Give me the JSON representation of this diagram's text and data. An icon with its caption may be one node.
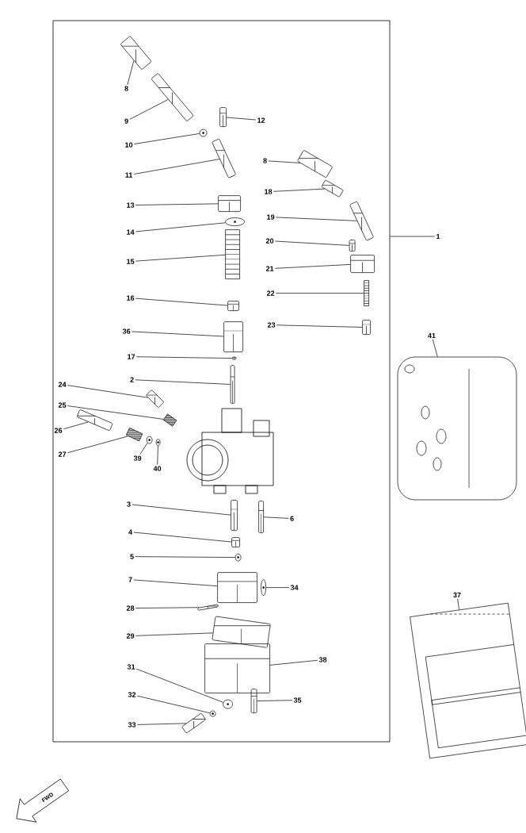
{
  "diagram": {
    "nodes": [
      {
        "text": [],
        "shape": "box"
      },
      {
        "text": [
          "8"
        ],
        "in": 0
      },
      {
        "text": [],
        "shape": "picture",
        "in": 0
      },
      {
        "text": [
          "9"
        ],
        "in": 0
      },
      {
        "text": [],
        "shape": "picture",
        "in": 0
      },
      {
        "text": [
          "12"
        ],
        "in": 0
      },
      {
        "text": [],
        "shape": "picture",
        "in": 0
      },
      {
        "text": [
          "10"
        ],
        "in": 0
      },
      {
        "text": [],
        "shape": "picture",
        "in": 0
      },
      {
        "text": [
          "11"
        ],
        "in": 0
      },
      {
        "text": [],
        "shape": "picture",
        "in": 0
      },
      {
        "text": [
          "13"
        ],
        "in": 0
      },
      {
        "text": [],
        "shape": "picture",
        "in": 0
      },
      {
        "text": [
          "14"
        ],
        "in": 0
      },
      {
        "text": [],
        "shape": "picture",
        "in": 0
      },
      {
        "text": [
          "15"
        ],
        "in": 0
      },
      {
        "text": [],
        "shape": "picture",
        "in": 0
      },
      {
        "text": [
          "16"
        ],
        "in": 0
      },
      {
        "text": [],
        "shape": "picture",
        "in": 0
      },
      {
        "text": [
          "36"
        ],
        "in": 0
      },
      {
        "text": [],
        "shape": "picture",
        "in": 0
      },
      {
        "text": [
          "17"
        ],
        "in": 0
      },
      {
        "text": [],
        "shape": "picture",
        "in": 0
      },
      {
        "text": [
          "2"
        ],
        "in": 0
      },
      {
        "text": [],
        "shape": "picture",
        "in": 0
      },
      {
        "text": [
          "24"
        ],
        "in": 0
      },
      {
        "text": [],
        "shape": "picture",
        "in": 0
      },
      {
        "text": [
          "25"
        ],
        "in": 0
      },
      {
        "text": [],
        "shape": "picture",
        "in": 0
      },
      {
        "text": [
          "26"
        ],
        "in": 0
      },
      {
        "text": [],
        "shape": "picture",
        "in": 0
      },
      {
        "text": [
          "27"
        ],
        "in": 0
      },
      {
        "text": [],
        "shape": "picture",
        "in": 0
      },
      {
        "text": [
          "39"
        ],
        "in": 0
      },
      {
        "text": [],
        "shape": "picture",
        "in": 0
      },
      {
        "text": [
          "40"
        ],
        "in": 0
      },
      {
        "text": [],
        "shape": "picture",
        "in": 0
      },
      {
        "text": [
          "3"
        ],
        "in": 0
      },
      {
        "text": [],
        "shape": "picture",
        "in": 0
      },
      {
        "text": [
          "6"
        ],
        "in": 0
      },
      {
        "text": [],
        "shape": "picture",
        "in": 0
      },
      {
        "text": [
          "4"
        ],
        "in": 0
      },
      {
        "text": [],
        "shape": "picture",
        "in": 0
      },
      {
        "text": [
          "5"
        ],
        "in": 0
      },
      {
        "text": [],
        "shape": "picture",
        "in": 0
      },
      {
        "text": [
          "7"
        ],
        "in": 0
      },
      {
        "text": [],
        "shape": "picture",
        "in": 0
      },
      {
        "text": [
          "34"
        ],
        "in": 0
      },
      {
        "text": [],
        "shape": "picture",
        "in": 0
      },
      {
        "text": [
          "28"
        ],
        "in": 0
      },
      {
        "text": [],
        "shape": "picture",
        "in": 0
      },
      {
        "text": [
          "29"
        ],
        "in": 0
      },
      {
        "text": [],
        "shape": "picture",
        "in": 0
      },
      {
        "text": [
          "38"
        ],
        "in": 0
      },
      {
        "text": [],
        "shape": "picture",
        "in": 0
      },
      {
        "text": [
          "31"
        ],
        "in": 0
      },
      {
        "text": [],
        "shape": "picture",
        "in": 0
      },
      {
        "text": [
          "32"
        ],
        "in": 0
      },
      {
        "text": [],
        "shape": "picture",
        "in": 0
      },
      {
        "text": [
          "35"
        ],
        "in": 0
      },
      {
        "text": [],
        "shape": "picture",
        "in": 0
      },
      {
        "text": [
          "33"
        ],
        "in": 0
      },
      {
        "text": [],
        "shape": "picture",
        "in": 0
      },
      {
        "text": [
          "8"
        ],
        "in": 0
      },
      {
        "text": [],
        "shape": "picture",
        "in": 0
      },
      {
        "text": [
          "18"
        ],
        "in": 0
      },
      {
        "text": [],
        "shape": "picture",
        "in": 0
      },
      {
        "text": [
          "19"
        ],
        "in": 0
      },
      {
        "text": [],
        "shape": "picture",
        "in": 0
      },
      {
        "text": [
          "20"
        ],
        "in": 0
      },
      {
        "text": [],
        "shape": "picture",
        "in": 0
      },
      {
        "text": [
          "21"
        ],
        "in": 0
      },
      {
        "text": [],
        "shape": "picture",
        "in": 0
      },
      {
        "text": [
          "22"
        ],
        "in": 0
      },
      {
        "text": [],
        "shape": "picture",
        "in": 0
      },
      {
        "text": [
          "23"
        ],
        "in": 0
      },
      {
        "text": [],
        "shape": "picture",
        "in": 0
      },
      {
        "text": [
          "41"
        ]
      },
      {
        "text": [],
        "shape": "picture"
      },
      {
        "text": [
          "37"
        ]
      },
      {
        "text": [],
        "shape": "picture"
      },
      {
        "text": [
          "1"
        ]
      }
    ],
    "edges": [
      {
        "from": 1,
        "to": 2,
        "arrow": "none"
      },
      {
        "from": 3,
        "to": 4,
        "arrow": "none"
      },
      {
        "from": 5,
        "to": 6,
        "arrow": "none"
      },
      {
        "from": 7,
        "to": 8,
        "arrow": "none"
      },
      {
        "from": 9,
        "to": 10,
        "arrow": "none"
      },
      {
        "from": 11,
        "to": 12,
        "arrow": "none"
      },
      {
        "from": 13,
        "to": 14,
        "arrow": "none"
      },
      {
        "from": 15,
        "to": 16,
        "arrow": "none"
      },
      {
        "from": 17,
        "to": 18,
        "arrow": "none"
      },
      {
        "from": 19,
        "to": 20,
        "arrow": "none"
      },
      {
        "from": 21,
        "to": 22,
        "arrow": "none"
      },
      {
        "from": 23,
        "to": 24,
        "arrow": "none"
      },
      {
        "from": 25,
        "to": 26,
        "arrow": "none"
      },
      {
        "from": 27,
        "to": 28,
        "arrow": "none"
      },
      {
        "from": 29,
        "to": 30,
        "arrow": "none"
      },
      {
        "from": 31,
        "to": 32,
        "arrow": "none"
      },
      {
        "from": 33,
        "to": 34,
        "arrow": "none"
      },
      {
        "from": 35,
        "to": 36,
        "arrow": "none"
      },
      {
        "from": 37,
        "to": 38,
        "arrow": "none"
      },
      {
        "from": 39,
        "to": 40,
        "arrow": "none"
      },
      {
        "from": 41,
        "to": 42,
        "arrow": "none"
      },
      {
        "from": 43,
        "to": 44,
        "arrow": "none"
      },
      {
        "from": 45,
        "to": 46,
        "arrow": "none"
      },
      {
        "from": 47,
        "to": 48,
        "arrow": "none"
      },
      {
        "from": 49,
        "to": 50,
        "arrow": "none"
      },
      {
        "from": 51,
        "to": 52,
        "arrow": "none"
      },
      {
        "from": 53,
        "to": 54,
        "arrow": "none"
      },
      {
        "from": 55,
        "to": 56,
        "arrow": "none"
      },
      {
        "from": 57,
        "to": 58,
        "arrow": "none"
      },
      {
        "from": 59,
        "to": 60,
        "arrow": "none"
      },
      {
        "from": 61,
        "to": 62,
        "arrow": "none"
      },
      {
        "from": 63,
        "to": 64,
        "arrow": "none"
      },
      {
        "from": 65,
        "to": 66,
        "arrow": "none"
      },
      {
        "from": 67,
        "to": 68,
        "arrow": "none"
      },
      {
        "from": 69,
        "to": 70,
        "arrow": "none"
      },
      {
        "from": 71,
        "to": 72,
        "arrow": "none"
      },
      {
        "from": 73,
        "to": 74,
        "arrow": "none"
      },
      {
        "from": 75,
        "to": 76,
        "arrow": "none"
      },
      {
        "from": 77,
        "to": 78,
        "arrow": "none"
      },
      {
        "from": 79,
        "to": 80,
        "arrow": "none"
      },
      {
        "from": 81,
        "to": 0,
        "arrow": "none"
      }
    ],
    "labels": [
      "FWD"
    ]
  }
}
